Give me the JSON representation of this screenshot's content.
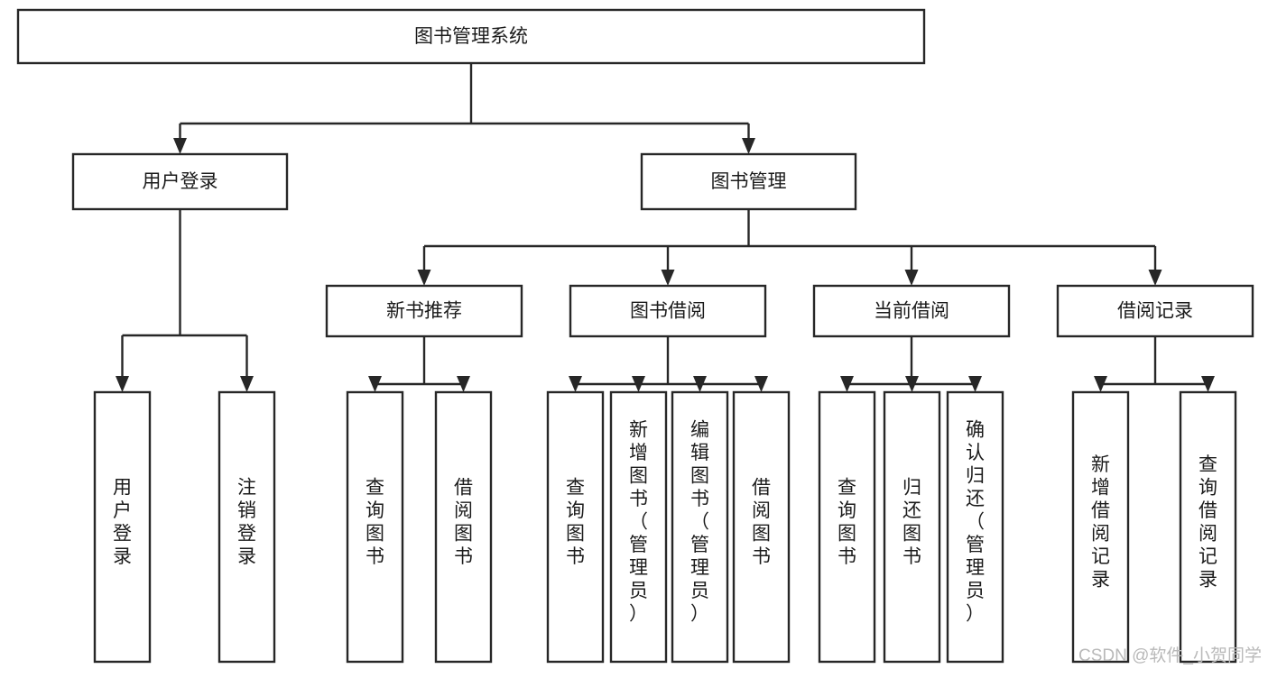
{
  "diagram": {
    "title": "图书管理系统",
    "type": "tree",
    "root": {
      "id": "root",
      "label": "图书管理系统"
    },
    "level2": [
      {
        "id": "user-login",
        "label": "用户登录"
      },
      {
        "id": "book-manage",
        "label": "图书管理"
      }
    ],
    "level3": [
      {
        "id": "new-book-recommend",
        "label": "新书推荐"
      },
      {
        "id": "book-borrow",
        "label": "图书借阅"
      },
      {
        "id": "current-borrow",
        "label": "当前借阅"
      },
      {
        "id": "borrow-record",
        "label": "借阅记录"
      }
    ],
    "leaves": {
      "user-login": [
        {
          "id": "leaf-user-login",
          "label": "用户登录"
        },
        {
          "id": "leaf-logout",
          "label": "注销登录"
        }
      ],
      "new-book-recommend": [
        {
          "id": "leaf-query-book-1",
          "label": "查询图书"
        },
        {
          "id": "leaf-borrow-book-1",
          "label": "借阅图书"
        }
      ],
      "book-borrow": [
        {
          "id": "leaf-query-book-2",
          "label": "查询图书"
        },
        {
          "id": "leaf-add-book",
          "label": "新增图书（管理员）"
        },
        {
          "id": "leaf-edit-book",
          "label": "编辑图书（管理员）"
        },
        {
          "id": "leaf-borrow-book-2",
          "label": "借阅图书"
        }
      ],
      "current-borrow": [
        {
          "id": "leaf-query-book-3",
          "label": "查询图书"
        },
        {
          "id": "leaf-return-book",
          "label": "归还图书"
        },
        {
          "id": "leaf-confirm-return",
          "label": "确认归还（管理员）"
        }
      ],
      "borrow-record": [
        {
          "id": "leaf-add-record",
          "label": "新增借阅记录"
        },
        {
          "id": "leaf-query-record",
          "label": "查询借阅记录"
        }
      ]
    }
  },
  "watermark": {
    "text": "CSDN @软件_小贺同学"
  },
  "colors": {
    "stroke": "#272727",
    "fill": "#ffffff",
    "text": "#1b1b1b",
    "watermark": "#b9b9b9"
  }
}
